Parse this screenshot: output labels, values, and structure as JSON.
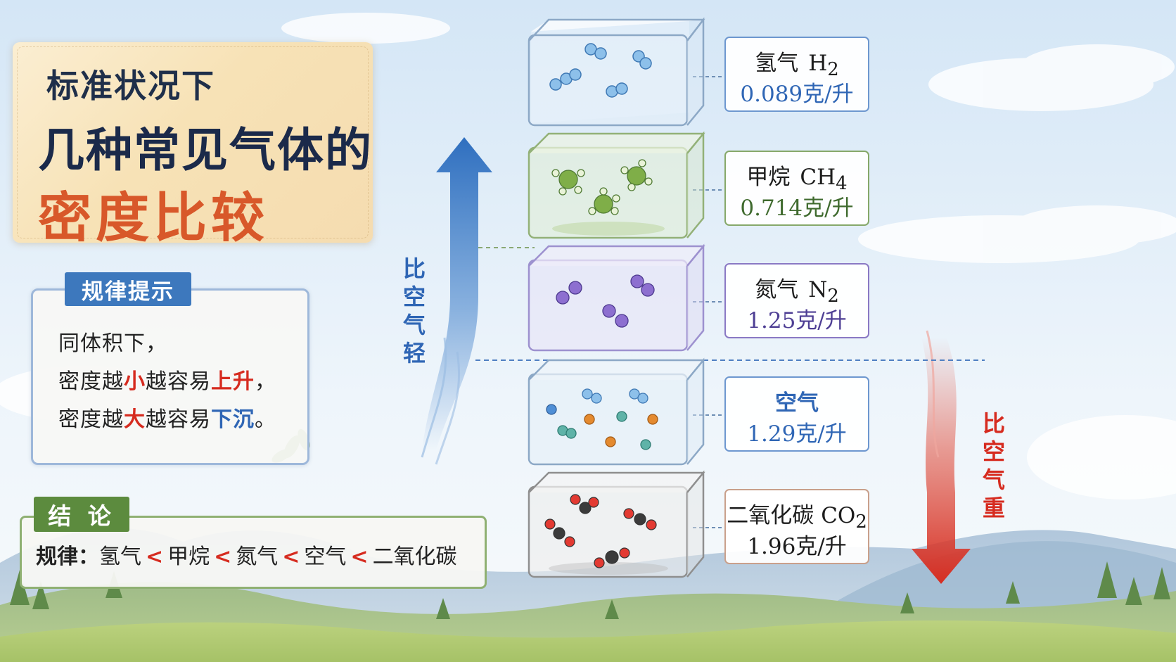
{
  "title": {
    "line1": "标准状况下",
    "line2": "几种常见气体的",
    "line3": "密度比较"
  },
  "tips": {
    "heading": "规律提示",
    "line1": "同体积下，",
    "line2_a": "密度越",
    "line2_b": "小",
    "line2_c": "越容易",
    "line2_d": "上升",
    "line2_e": "，",
    "line3_a": "密度越",
    "line3_b": "大",
    "line3_c": "越容易",
    "line3_d": "下沉",
    "line3_e": "。"
  },
  "conclusion": {
    "heading": "结 论",
    "prefix": "规律：",
    "items": [
      "氢气",
      "甲烷",
      "氮气",
      "空气",
      "二氧化碳"
    ],
    "separator": "<"
  },
  "side_labels": {
    "lighter": "比空气轻",
    "heavier": "比空气重"
  },
  "gases": [
    {
      "name": "氢气",
      "formula": "H",
      "sub": "2",
      "density": "0.089克/升",
      "border": "#6d97cf",
      "density_color": "#2f66b5"
    },
    {
      "name": "甲烷",
      "formula": "CH",
      "sub": "4",
      "density": "0.714克/升",
      "border": "#86a86a",
      "density_color": "#3f6a2e"
    },
    {
      "name": "氮气",
      "formula": "N",
      "sub": "2",
      "density": "1.25克/升",
      "border": "#8a79c4",
      "density_color": "#4e3f94"
    },
    {
      "name": "空气",
      "formula": "",
      "sub": "",
      "density": "1.29克/升",
      "border": "#6d97cf",
      "density_color": "#2f66b5"
    },
    {
      "name": "二氧化碳",
      "formula": "CO",
      "sub": "2",
      "density": "1.96克/升",
      "border": "#c9a08b",
      "density_color": "#1d1d1d"
    }
  ],
  "colors": {
    "sky_top": "#dbe9f6",
    "sky_bottom": "#f3f8fb",
    "up_arrow": "#3b7cc8",
    "down_arrow": "#d83a2d",
    "title_accent": "#d8582a"
  }
}
